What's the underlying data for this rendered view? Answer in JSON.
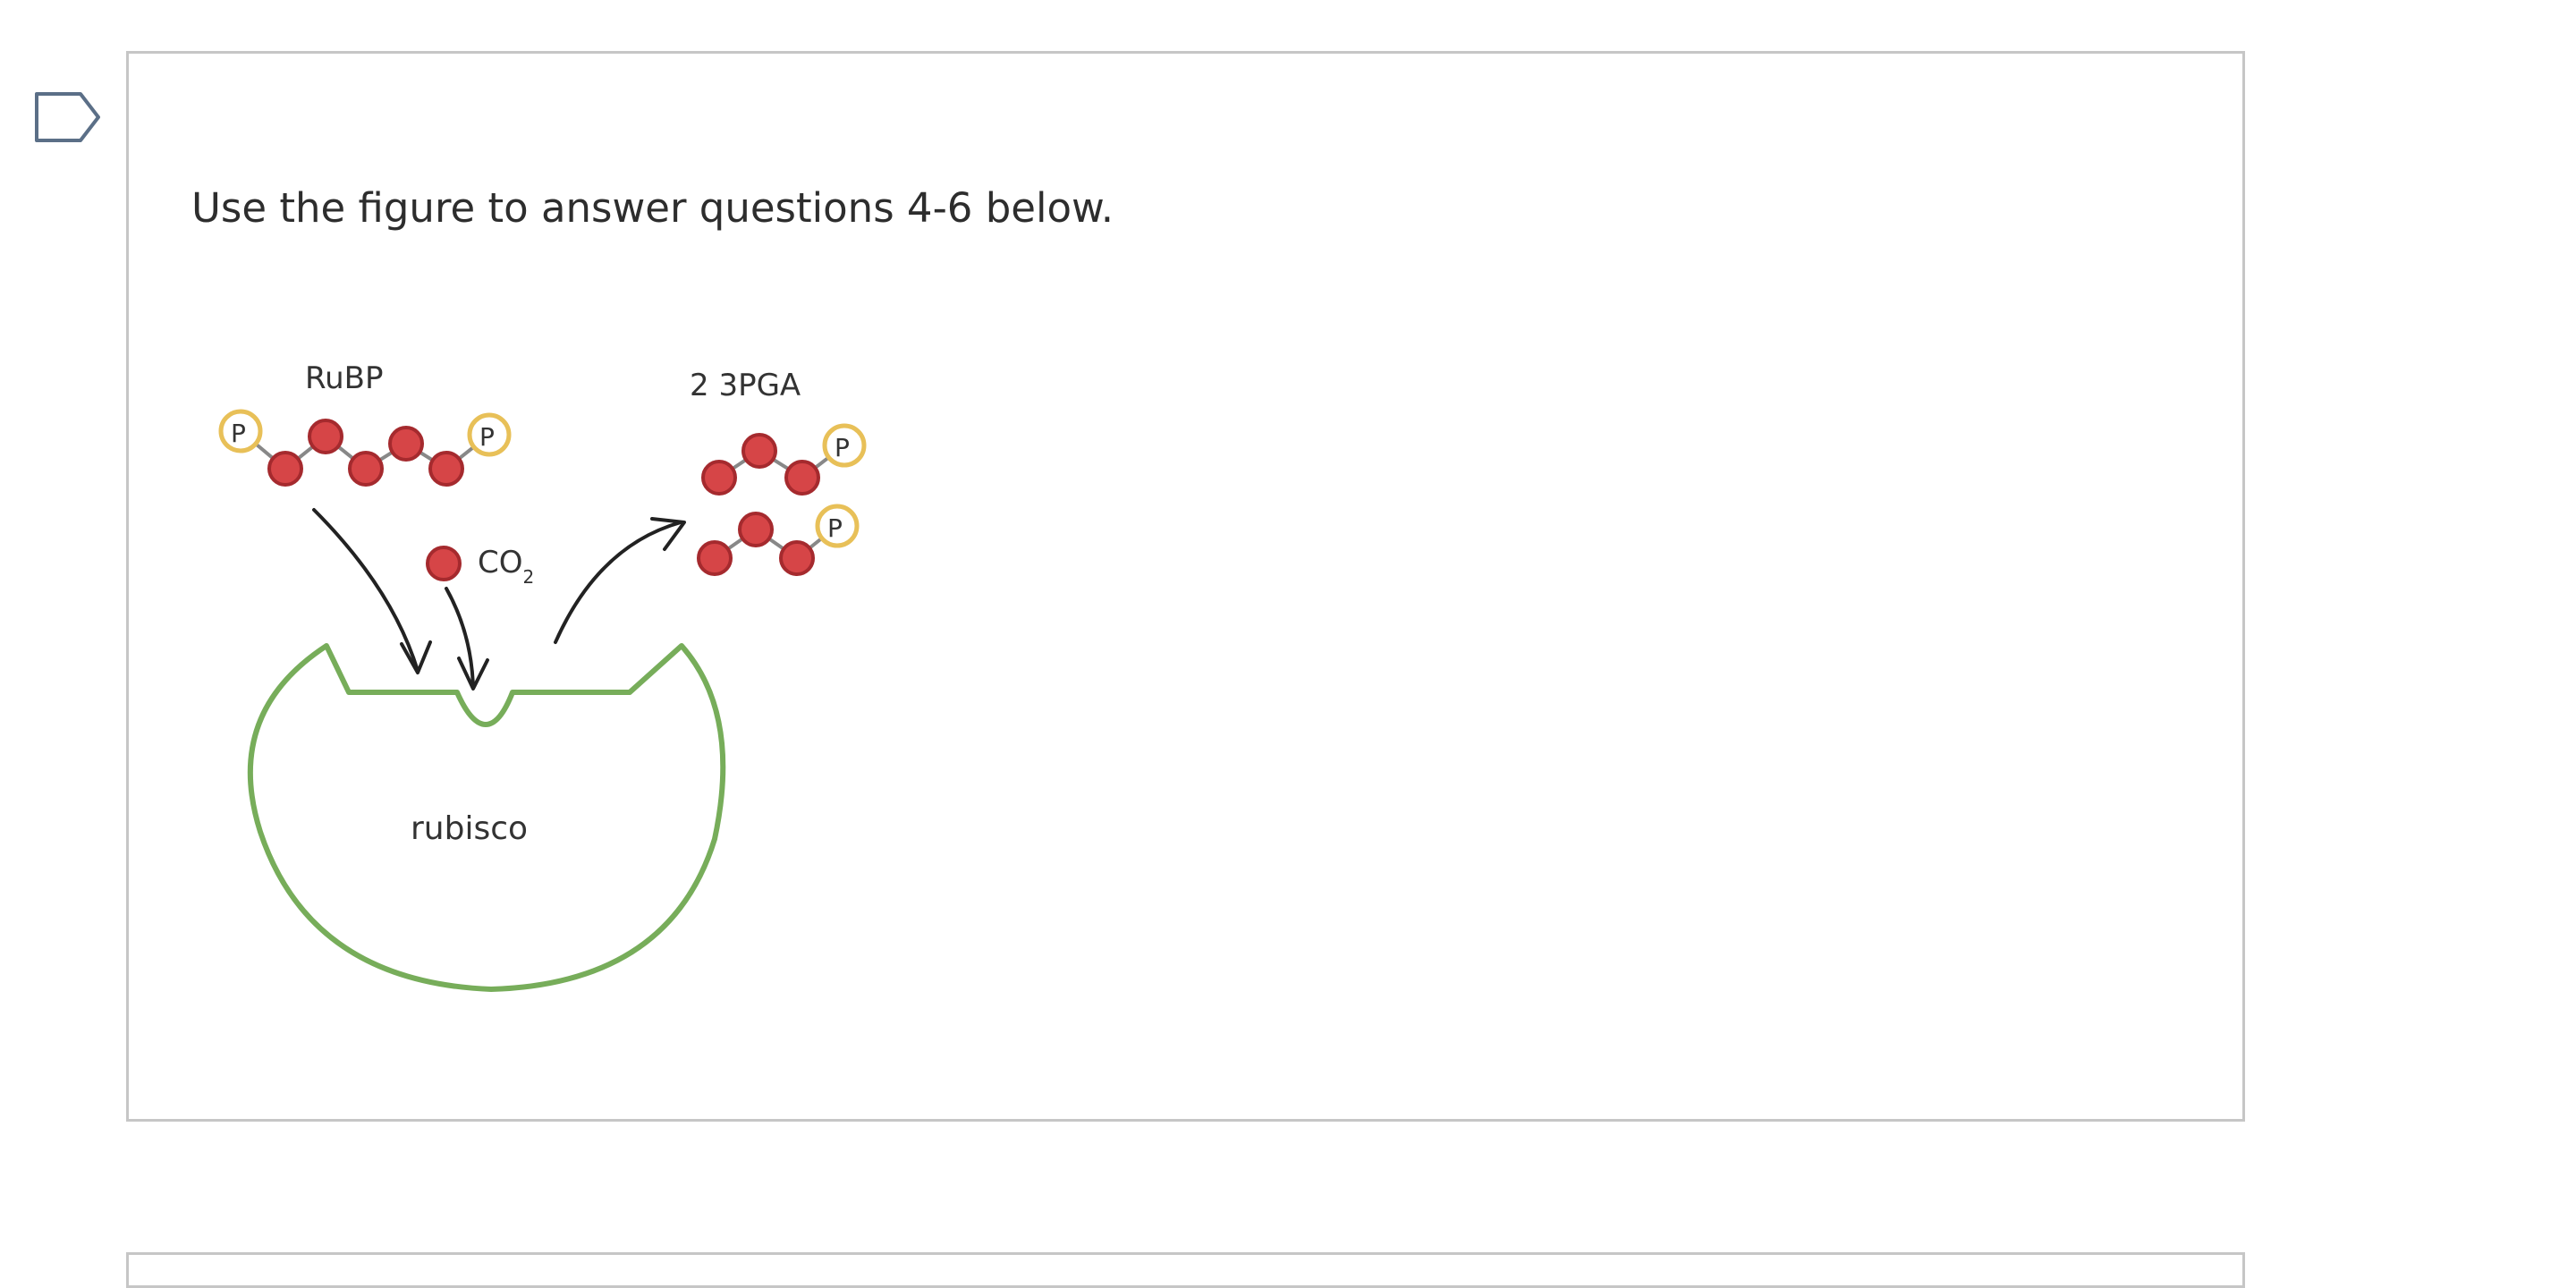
{
  "question": {
    "prompt": "Use the figure to answer questions 4-6 below."
  },
  "figure": {
    "rubp_label": "RuBP",
    "pga_label": "2 3PGA",
    "co2_label": "CO",
    "co2_subscript": "2",
    "enzyme_label": "rubisco",
    "phosphate_label": "P"
  },
  "colors": {
    "carbon_fill": "#d64547",
    "carbon_stroke": "#a52a2e",
    "phosphate_fill": "#ffffff",
    "phosphate_stroke": "#e8c058",
    "enzyme_stroke": "#77ad5a",
    "arrow_stroke": "#222222",
    "card_border": "#c6c6c6",
    "flag_stroke": "#5b6f87"
  },
  "icons": {
    "flag": "flag-tag-icon"
  }
}
